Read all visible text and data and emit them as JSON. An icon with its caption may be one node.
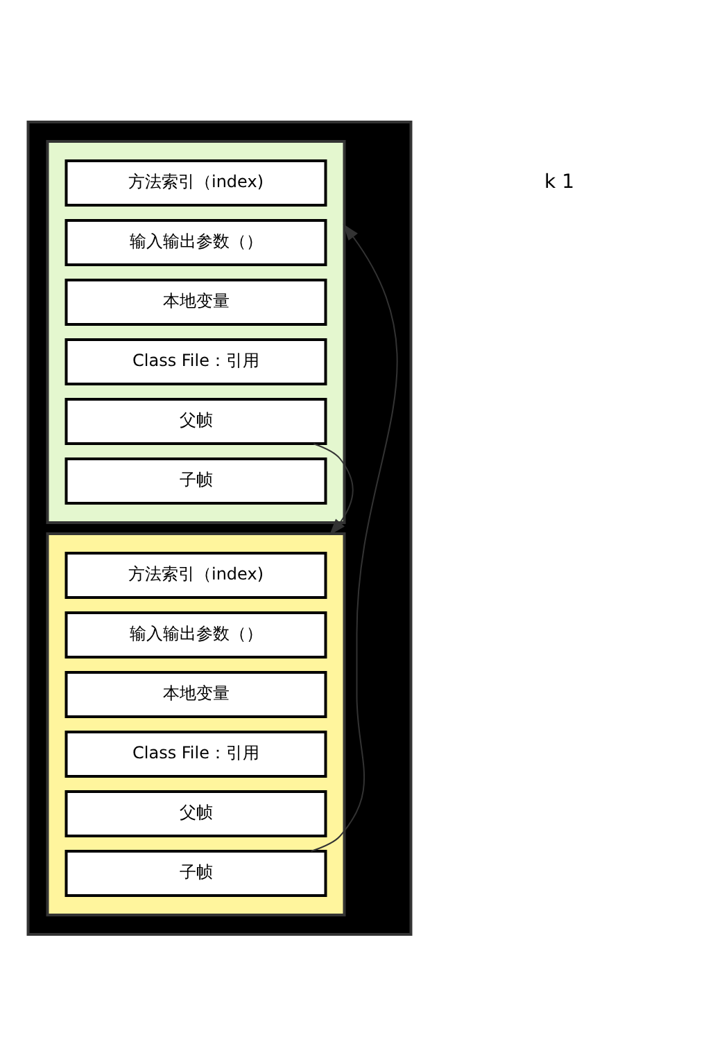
{
  "diagram": {
    "nodes": [
      {
        "text": [],
        "shape": "box"
      },
      {
        "text": [],
        "shape": "box",
        "in": 0
      },
      {
        "text": [
          "方法索引（index)"
        ],
        "in": 1
      },
      {
        "text": [
          "输入输出参数（）"
        ],
        "in": 1
      },
      {
        "text": [
          "本地变量"
        ],
        "in": 1
      },
      {
        "text": [
          "Class File：引用"
        ],
        "in": 1
      },
      {
        "text": [
          "父帧"
        ],
        "in": 1
      },
      {
        "text": [
          "子帧"
        ],
        "in": 1
      },
      {
        "text": [],
        "shape": "box",
        "in": 0
      },
      {
        "text": [
          "方法索引（index)"
        ],
        "in": 8
      },
      {
        "text": [
          "输入输出参数（）"
        ],
        "in": 8
      },
      {
        "text": [
          "本地变量"
        ],
        "in": 8
      },
      {
        "text": [
          "Class File：引用"
        ],
        "in": 8
      },
      {
        "text": [
          "父帧"
        ],
        "in": 8
      },
      {
        "text": [
          "子帧"
        ],
        "in": 8
      }
    ],
    "edges": [
      {
        "from": 6,
        "to": 8,
        "arrow": "to"
      },
      {
        "from": 14,
        "to": 1,
        "arrow": "to"
      }
    ],
    "labels": [
      "k 1"
    ]
  }
}
